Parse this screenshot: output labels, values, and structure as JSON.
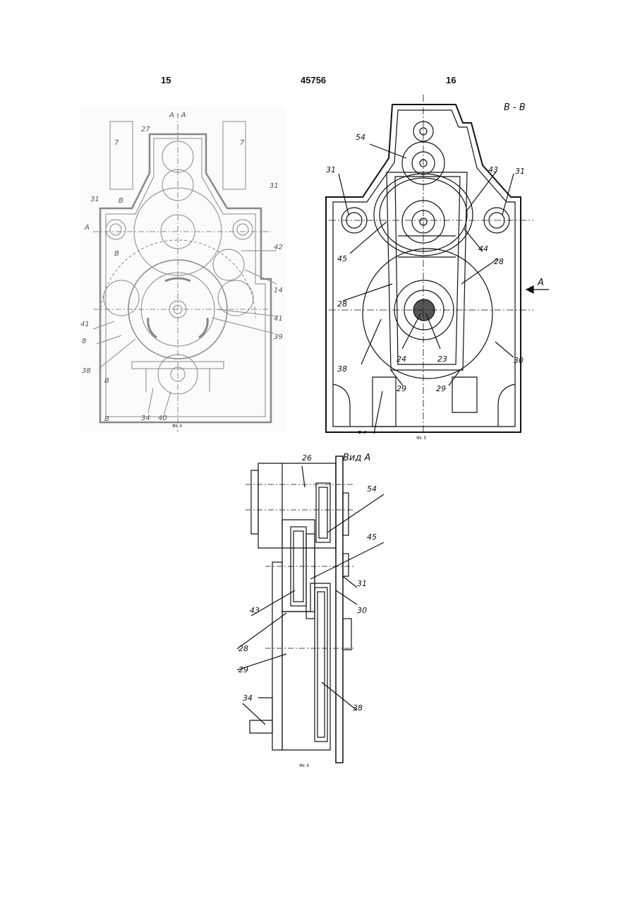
{
  "header": {
    "left_page": "15",
    "patent_number": "45756",
    "right_page": "16"
  },
  "fig4": {
    "caption": "Фіг. 4",
    "section_title": "A - A",
    "labels": [
      "7",
      "27",
      "7",
      "31",
      "В",
      "31",
      "А",
      "А",
      "В",
      "42",
      "14",
      "41",
      "41",
      "39",
      "8",
      "38",
      "В",
      "34",
      "40",
      "В"
    ]
  },
  "fig5": {
    "caption": "Фіг. 5",
    "section_title": "В - В",
    "labels": [
      "54",
      "31",
      "43",
      "31",
      "45",
      "44",
      "28",
      "А",
      "28",
      "38",
      "24",
      "23",
      "30",
      "29",
      "29",
      "34"
    ]
  },
  "fig6": {
    "caption": "Фіг. 6",
    "view_title": "Вид А",
    "labels": [
      "26",
      "54",
      "45",
      "31",
      "43",
      "30",
      "28",
      "29",
      "38",
      "34"
    ]
  }
}
